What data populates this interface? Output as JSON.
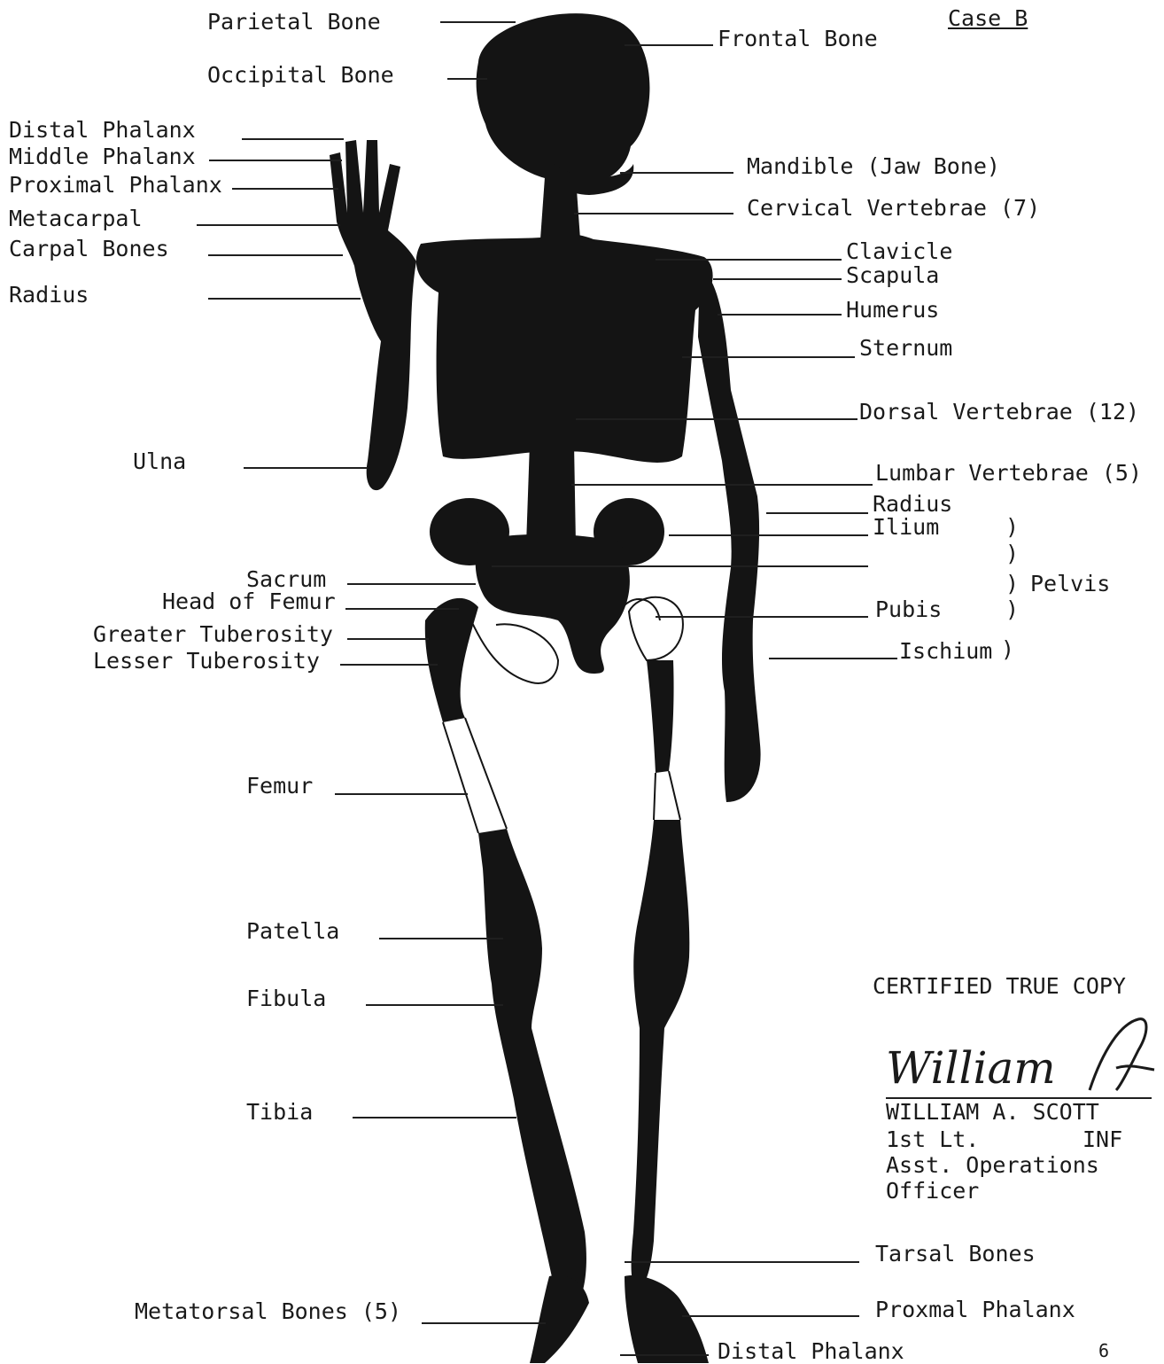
{
  "case_label": "Case B",
  "labels_left": {
    "parietal_bone": "Parietal Bone",
    "occipital_bone": "Occipital Bone",
    "distal_phalanx_hand": "Distal Phalanx",
    "middle_phalanx": "Middle Phalanx",
    "proximal_phalanx_hand": "Proximal Phalanx",
    "metacarpal": "Metacarpal",
    "carpal_bones": "Carpal Bones",
    "radius_left": "Radius",
    "ulna": "Ulna",
    "sacrum": "Sacrum",
    "head_of_femur": "Head of Femur",
    "greater_tuberosity": "Greater Tuberosity",
    "lesser_tuberosity": "Lesser Tuberosity",
    "femur": "Femur",
    "patella": "Patella",
    "fibula": "Fibula",
    "tibia": "Tibia",
    "metatarsal_bones": "Metatorsal Bones (5)"
  },
  "labels_right": {
    "frontal_bone": "Frontal Bone",
    "mandible": "Mandible (Jaw Bone)",
    "cervical_vertebrae": "Cervical Vertebrae (7)",
    "clavicle": "Clavicle",
    "scapula": "Scapula",
    "humerus": "Humerus",
    "sternum": "Sternum",
    "dorsal_vertebrae": "Dorsal Vertebrae (12)",
    "lumbar_vertebrae": "Lumbar Vertebrae (5)",
    "radius_right": "Radius",
    "ilium": "Ilium",
    "pelvis_group": "Pelvis",
    "pubis": "Pubis",
    "ischium": "Ischium",
    "tarsal_bones": "Tarsal Bones",
    "proximal_phalanx_foot": "Proxmal Phalanx",
    "distal_phalanx_foot": "Distal Phalanx"
  },
  "certification": {
    "heading": "CERTIFIED TRUE COPY",
    "signature_script": "William",
    "typed_name": "WILLIAM A. SCOTT",
    "rank": "1st Lt.",
    "branch": "INF",
    "title_line1": "Asst. Operations",
    "title_line2": "Officer"
  },
  "page_mark": "6"
}
